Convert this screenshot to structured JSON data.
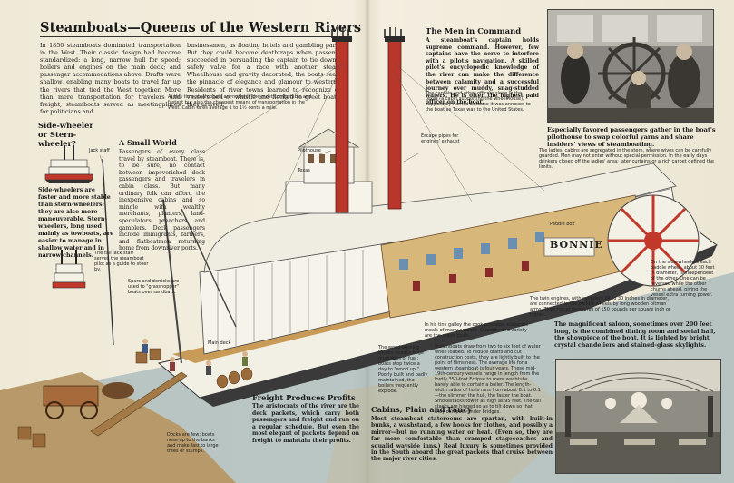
{
  "page": {
    "title": "Steamboats—Queens of the Western Rivers"
  },
  "intro": {
    "left_col": "In 1850 steamboats dominated transportation in the West. Their classic design had become standardized: a long, narrow hull for speed; boilers and engines on the main deck; and passenger accommodations above. Drafts were shallow, enabling many boats to travel far up the rivers that tied the West together. More than mere transportation for travelers and freight, steamboats served as meetingplaces for politicians and",
    "right_col": "businessmen, as floating hotels and gambling parlors. But they could become deathtraps when passengers succeeded in persuading the captain to tie down the safety valve for a race with another steamer. Wheelhouse and gravity decorated, the boats seemed the pinnacle of elegance and glamour to westerners. Residents of river towns learned to recognize each vessel's bell or whistle and flocked to greet boats as they arrived."
  },
  "men_in_command": {
    "heading": "The Men in Command",
    "text": "A steamboat's captain holds supreme command. However, few captains have the nerve to interfere with a pilot's navigation. A skilled pilot's encyclopedic knowledge of the river can make the difference between calamity and a successful journey over muddy, snag-studded waters. He is often the highest paid officer on the boat."
  },
  "photo_caption_top": "Especially favored passengers gather in the boat's pilothouse to swap colorful yarns and share insiders' views of steamboating.",
  "sidebar": {
    "heading": "Side-wheeler or Stern-wheeler?",
    "text": "Side-wheelers are faster and more stable than stern-wheelers; they are also more maneuverable. Stern-wheelers, long used mainly as towboats, are easier to manage in shallow water and in narrow channels."
  },
  "small_world": {
    "heading": "A Small World",
    "text": "Passengers of every class travel by steamboat. There is, to be sure, no contact between impoverished deck passengers and travelers in cabin class. But many ordinary folk can afford the inexpensive cabins and so mingle with wealthy merchants, planters, land-speculators, preachers, and gamblers. Deck passengers include immigrants, farmers, and flatboatmen returning home from downriver ports."
  },
  "freight": {
    "heading": "Freight Produces Profits",
    "text": "The aristocrats of the river are the deck packets, which carry both passengers and freight and run on a regular schedule. But even the most elegant of packets depend on freight to maintain their profits."
  },
  "cabins": {
    "heading": "Cabins, Plain and Fancy",
    "text": "Most steamboat staterooms are spartan, with built-in bunks, a washstand, a few hooks for clothes, and possibly a mirror—but no running water or heat. (Even so, they are far more comfortable than cramped stagecoaches and squalid wayside inns.) Real luxury is sometimes provided in the South aboard the great packets that cruise between the major river cities."
  },
  "saloon_caption": "The magnificent saloon, sometimes over 200 feet long, is the combined dining room and social hall, the showpiece of the boat. It is lighted by bright crystal chandeliers and stained-glass skylights.",
  "callouts": {
    "cabin_class": "At this time steamboats are not only the most comfortable and fastest but also the cheapest means of transportation in the West. Cabin fares average 1 to 1½ cents a mile.",
    "jack_staff": "Jack staff",
    "tall_jack": "The tall jack staff serves the steamboat pilot as a guide to steer by.",
    "spars": "Spars and derricks are used to \"grasshopper\" boats over sandbars.",
    "main_deck": "Main deck",
    "pilothouse": "Pilothouse",
    "texas": "Texas",
    "escape_pipes": "Escape pipes for engines' exhaust",
    "captain_officers": "The captain and other officers sleep in the texas (a cabin supporting the wheelhouse), supposedly named because it was annexed to the boat as Texas was to the United States.",
    "ladies_cabins": "The ladies' cabins are segregated in the stern, where wives can be carefully guarded. Men may not enter without special permission. In the early days drinkers closed off the ladies' area; later curtains or a rich carpet defined the limits.",
    "paddle_box": "Paddle box",
    "side_wheelers": "On the side-wheelers each paddle wheel, about 30 feet in diameter, is independent of the other. One can be reversed while the other churns ahead, giving the vessel extra turning power.",
    "twin_engines": "The twin engines, with cylinders 24 to 30 inches in diameter, are connected to the paddle wheels by long wooden pitman arms. They run at pressures of 150 pounds per square inch or higher.",
    "galley": "In his tiny galley the cook produces elaborate meals of many courses. Quantity and variety are the major goals.",
    "wood_burning": "The wood-burning boilers devour huge quantities of fuel; boats stop twice a day to \"wood up.\" Poorly built and badly maintained, the boilers frequently explode.",
    "draws_water": "Steamboats draw from two to six feet of water when loaded. To reduce drafts and cut construction costs, they are lightly built to the point of flimsiness. The average life for a western steamboat is four years. These mid-19th-century vessels range in length from the lordly 350-foot Eclipse to mere washtubs barely able to contain a boiler. The length-width ratios of hulls runs from about 8:1 to 6:1—the slimmer the hull, the faster the boat. Smokestacks tower as high as 95 feet. The tall stacks are hinged so as to tilt down so that they can pass under bridges.",
    "docks": "Docks are few; boats nose up to the banks and make fast to large trees or stumps.",
    "boat_name": "BONNIE"
  },
  "colors": {
    "stack_red": "#b8362a",
    "hull_white": "#f2efe4",
    "deck_wood": "#c99b58",
    "water": "#7c9aa8",
    "paddle_red": "#c0392b"
  }
}
